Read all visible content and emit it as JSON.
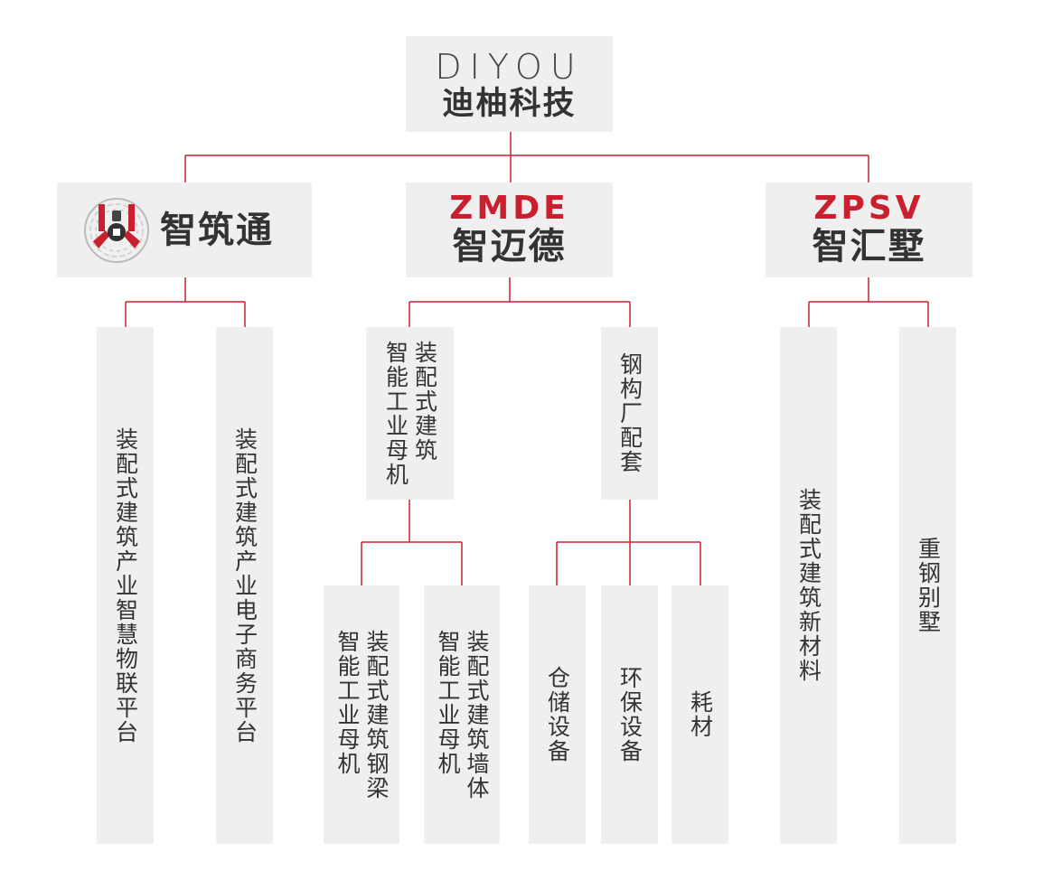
{
  "root": {
    "latin": "DIYOU",
    "name": "迪柚科技"
  },
  "brands": [
    {
      "latin": "",
      "name": "智筑通"
    },
    {
      "latin": "ZMDE",
      "name": "智迈德"
    },
    {
      "latin": "ZPSV",
      "name": "智汇墅"
    }
  ],
  "zhizhutong_children": [
    "装配式建筑产业智慧物联平台",
    "装配式建筑产业电子商务平台"
  ],
  "zhimaide_children": [
    "装配式建筑\n智能工业母机",
    "钢构厂配套"
  ],
  "mother_machine_children": [
    "装配式建筑钢梁\n智能工业母机",
    "装配式建筑墙体\n智能工业母机"
  ],
  "steel_children": [
    "仓储设备",
    "环保设备",
    "耗材"
  ],
  "zhihuishu_children": [
    "装配式建筑新材料",
    "重钢别墅"
  ],
  "colors": {
    "line": "#c8202f",
    "box": "#efefef",
    "red": "#c8202f",
    "text": "#333333"
  }
}
